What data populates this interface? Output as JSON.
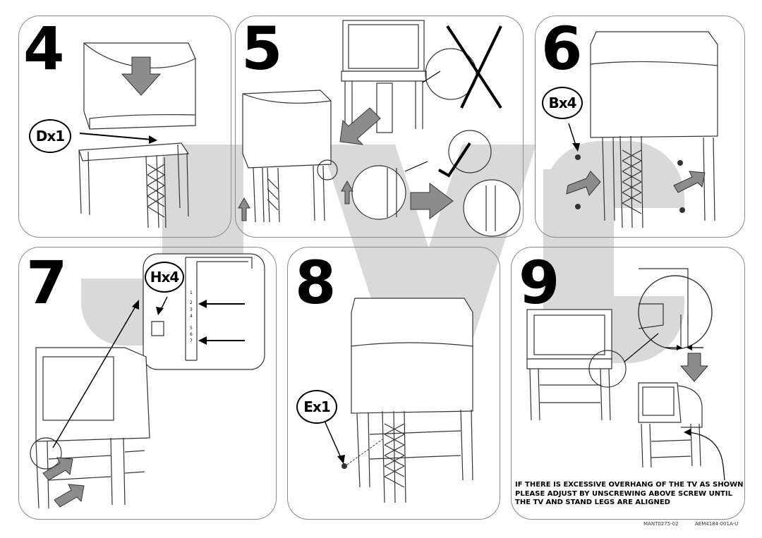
{
  "steps": [
    {
      "number": "4",
      "badge": "Dx1"
    },
    {
      "number": "5",
      "badge": ""
    },
    {
      "number": "6",
      "badge": "Bx4"
    },
    {
      "number": "7",
      "badge": "Hx4"
    },
    {
      "number": "8",
      "badge": "Ex1"
    },
    {
      "number": "9",
      "badge": ""
    }
  ],
  "step7_slot_numbers": [
    "1",
    "2",
    "3",
    "4",
    "5",
    "6",
    "7"
  ],
  "note": "IF THERE IS EXCESSIVE OVERHANG OF THE TV AS SHOWN PLEASE ADJUST BY UNSCREWING ABOVE SCREW UNTIL THE TV AND STAND LEGS ARE ALIGNED",
  "footer": {
    "code_left": "MANT0275-02",
    "code_right": "AEM4184-001A-U"
  },
  "colors": {
    "watermark": "#d9d9d9",
    "arrow_fill": "#8c8c8c",
    "line": "#333333"
  }
}
